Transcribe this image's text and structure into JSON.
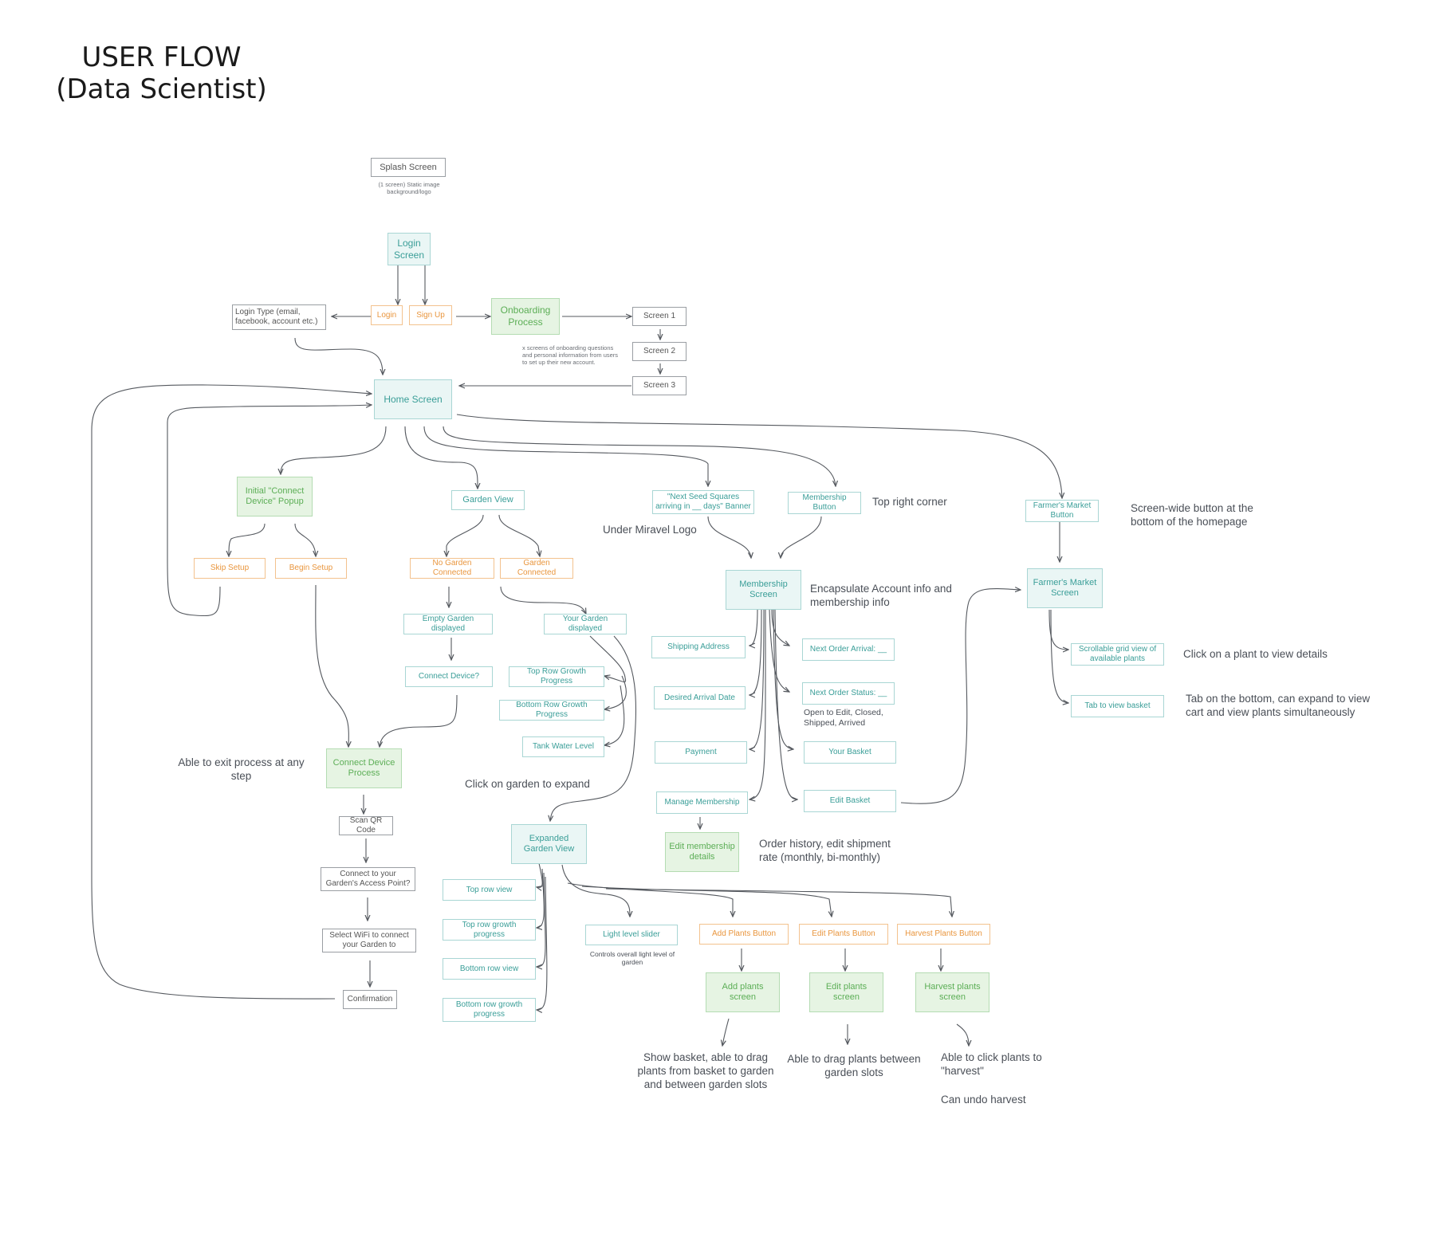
{
  "title": {
    "line1": "USER FLOW",
    "line2": "(Data Scientist)"
  },
  "nodes": {
    "splash": "Splash Screen",
    "login_screen": "Login Screen",
    "login": "Login",
    "signup": "Sign Up",
    "login_type": "Login Type (email, facebook, account etc.)",
    "onboarding": "Onboarding Process",
    "screen1": "Screen 1",
    "screen2": "Screen 2",
    "screen3": "Screen 3",
    "home": "Home Screen",
    "initial_connect": "Initial \"Connect Device\" Popup",
    "skip_setup": "Skip Setup",
    "begin_setup": "Begin Setup",
    "garden_view": "Garden View",
    "no_garden": "No Garden Connected",
    "garden_connected": "Garden Connected",
    "empty_garden": "Empty Garden displayed",
    "connect_device_q": "Connect Device?",
    "your_garden": "Your Garden displayed",
    "top_row_growth": "Top Row Growth Progress",
    "bottom_row_growth": "Bottom Row Growth Progress",
    "tank_water": "Tank Water Level",
    "connect_device_process": "Connect Device Process",
    "scan_qr": "Scan QR Code",
    "connect_access_point": "Connect to your Garden's Access Point?",
    "select_wifi": "Select WiFi to connect your Garden to",
    "confirmation": "Confirmation",
    "expanded_garden": "Expanded Garden View",
    "top_row_view": "Top row view",
    "top_row_growth_exp": "Top row growth progress",
    "bottom_row_view": "Bottom row view",
    "bottom_row_growth_exp": "Bottom row growth progress",
    "light_slider": "Light level slider",
    "add_plants_btn": "Add Plants Button",
    "edit_plants_btn": "Edit Plants Button",
    "harvest_plants_btn": "Harvest Plants Button",
    "add_plants_screen": "Add plants screen",
    "edit_plants_screen": "Edit plants screen",
    "harvest_plants_screen": "Harvest plants screen",
    "seed_banner": "\"Next Seed Squares arriving in __ days\" Banner",
    "membership_btn": "Membership Button",
    "membership_screen": "Membership Screen",
    "shipping": "Shipping Address",
    "arrival_date": "Desired Arrival Date",
    "payment": "Payment",
    "manage_membership": "Manage Membership",
    "edit_membership": "Edit membership details",
    "next_order_arrival": "Next Order Arrival: __",
    "next_order_status": "Next Order Status: __",
    "your_basket": "Your Basket",
    "edit_basket": "Edit Basket",
    "farmers_btn": "Farmer's Market Button",
    "farmers_screen": "Farmer's Market Screen",
    "scroll_grid": "Scrollable grid view of available plants",
    "tab_basket": "Tab to view basket"
  },
  "notes": {
    "splash_note": "(1 screen) Static image background/logo",
    "onboarding_note": "x screens of onboarding questions and personal information from users to set up their new account.",
    "under_logo": "Under Miravel Logo",
    "top_right": "Top right corner",
    "screen_wide": "Screen-wide button at the bottom of the homepage",
    "encapsulate": "Encapsulate Account info and membership info",
    "click_plant": "Click on a plant to view details",
    "tab_bottom": "Tab on the bottom, can expand to view cart and view plants simultaneously",
    "order_status_note": "Open to Edit, Closed, Shipped, Arrived",
    "exit_process": "Able to exit process at any step",
    "click_garden": "Click on garden to expand",
    "order_history": "Order history, edit shipment rate (monthly, bi-monthly)",
    "light_note": "Controls overall light level of garden",
    "show_basket": "Show basket, able to drag plants from basket to garden and between garden slots",
    "drag_between": "Able to drag plants between garden slots",
    "click_harvest": "Able to click plants to \"harvest\"",
    "undo_harvest": "Can undo harvest"
  },
  "colors": {
    "teal": "#3a9e98",
    "orange": "#e9963e",
    "green": "#5cae56",
    "gray": "#555555",
    "connector": "#55595f"
  }
}
